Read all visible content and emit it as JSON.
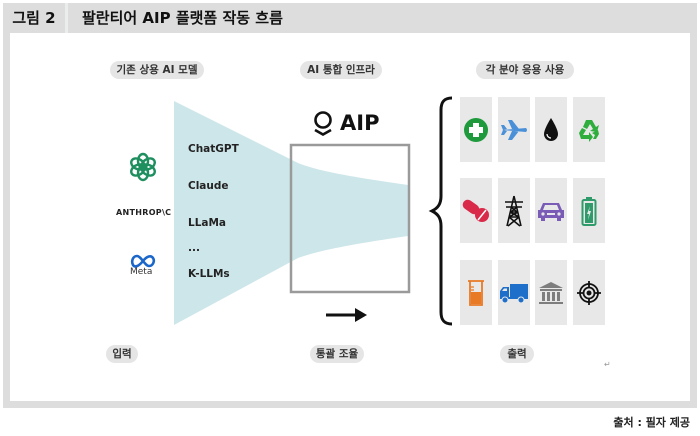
{
  "figure": {
    "number_label": "그림 2",
    "title": "팔란티어 AIP 플랫폼 작동 흐름",
    "source": "출처 : 필자 제공"
  },
  "columns": {
    "left_header": "기존 상용 AI 모델",
    "middle_header": "AI 통합 인프라",
    "right_header": "각 분야 응용 사용",
    "left_footer": "입력",
    "middle_footer": "통괄 조율",
    "right_footer": "출력"
  },
  "providers": [
    {
      "name": "openai",
      "icon": "openai-logo-icon",
      "color": "#1f8f5f"
    },
    {
      "name": "ANTHROP\\C",
      "icon": "anthropic-wordmark"
    },
    {
      "name": "Meta",
      "icon": "meta-logo-icon",
      "color": "#1b66c9"
    }
  ],
  "models": [
    "ChatGPT",
    "Claude",
    "LLaMa",
    "...",
    "K-LLMs"
  ],
  "platform": {
    "logo_text": "AIP",
    "logo_icon": "palantir-logo-icon"
  },
  "flow_arrow": "right-arrow-icon",
  "applications": [
    {
      "icon": "medical-cross-icon",
      "color": "#1e9a3c"
    },
    {
      "icon": "airplane-icon",
      "color": "#4a90d9"
    },
    {
      "icon": "oil-drop-icon",
      "color": "#111111"
    },
    {
      "icon": "recycle-icon",
      "color": "#2fae3e"
    },
    {
      "icon": "pills-icon",
      "color": "#d92a4a"
    },
    {
      "icon": "power-tower-icon",
      "color": "#111111"
    },
    {
      "icon": "car-icon",
      "color": "#7a5bb5"
    },
    {
      "icon": "battery-icon",
      "color": "#2f9a6a"
    },
    {
      "icon": "beaker-icon",
      "color": "#e87a26"
    },
    {
      "icon": "truck-icon",
      "color": "#1d6fc9"
    },
    {
      "icon": "bank-icon",
      "color": "#7d7d7d"
    },
    {
      "icon": "target-icon",
      "color": "#111111"
    }
  ],
  "colors": {
    "funnel": "#cde6ea",
    "frame": "#dcdddc",
    "tile": "#e8e8e8",
    "pill": "#e5e5e5"
  }
}
